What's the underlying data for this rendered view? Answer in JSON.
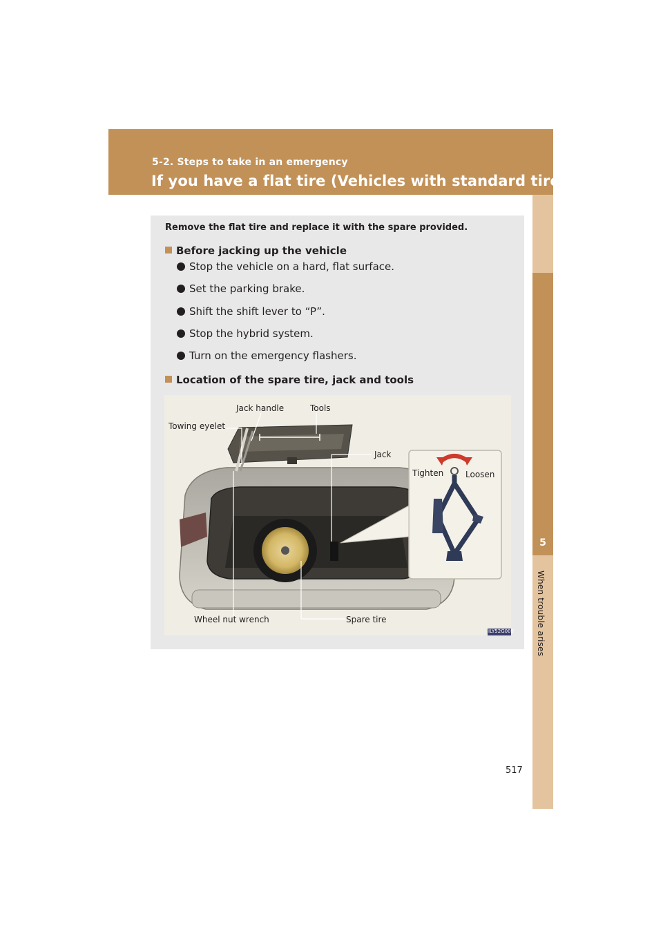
{
  "header": {
    "section_label": "5-2. Steps to take in an emergency",
    "title": "If you have a flat tire (Vehicles with standard tires)"
  },
  "side_tab": {
    "chapter_number": "5",
    "chapter_title": "When trouble arises"
  },
  "content": {
    "intro": "Remove the flat tire and replace it with the spare provided.",
    "before_jacking": {
      "heading": "Before jacking up the vehicle",
      "bullets": [
        "Stop the vehicle on a hard, flat surface.",
        "Set the parking brake.",
        "Shift the shift lever to “P”.",
        "Stop the hybrid system.",
        "Turn on the emergency flashers."
      ]
    },
    "location_heading": "Location of the spare tire, jack and tools"
  },
  "figure": {
    "labels": {
      "jack_handle": "Jack handle",
      "tools": "Tools",
      "towing_eyelet": "Towing eyelet",
      "jack": "Jack",
      "tighten": "Tighten",
      "loosen": "Loosen",
      "wheel_nut_wrench": "Wheel nut wrench",
      "spare_tire": "Spare tire"
    },
    "figure_code": "ILY52G009"
  },
  "page_number": "517",
  "colors": {
    "accent": "#c29158",
    "tab_light": "#e3c49e",
    "panel": "#e8e8e9"
  }
}
